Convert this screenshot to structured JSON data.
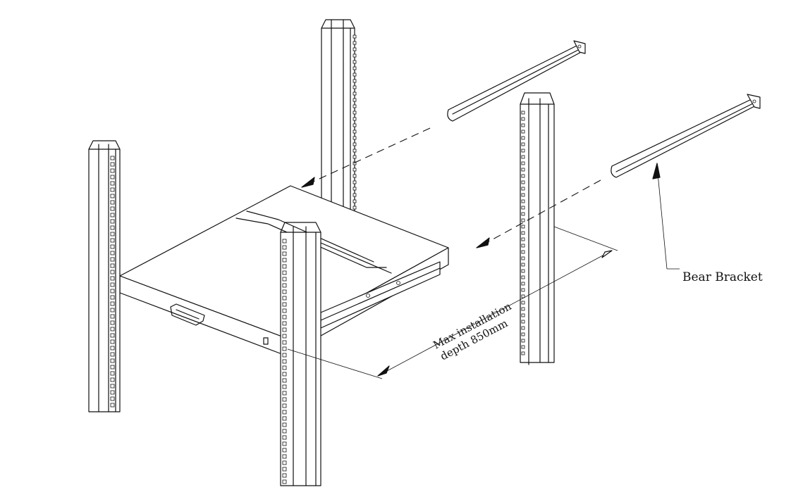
{
  "diagram": {
    "labels": {
      "bracket": "Bear Bracket",
      "depth_line1": "Max installation",
      "depth_line2": "depth 850mm"
    },
    "colors": {
      "ink": "#111111",
      "paper": "#ffffff"
    }
  }
}
